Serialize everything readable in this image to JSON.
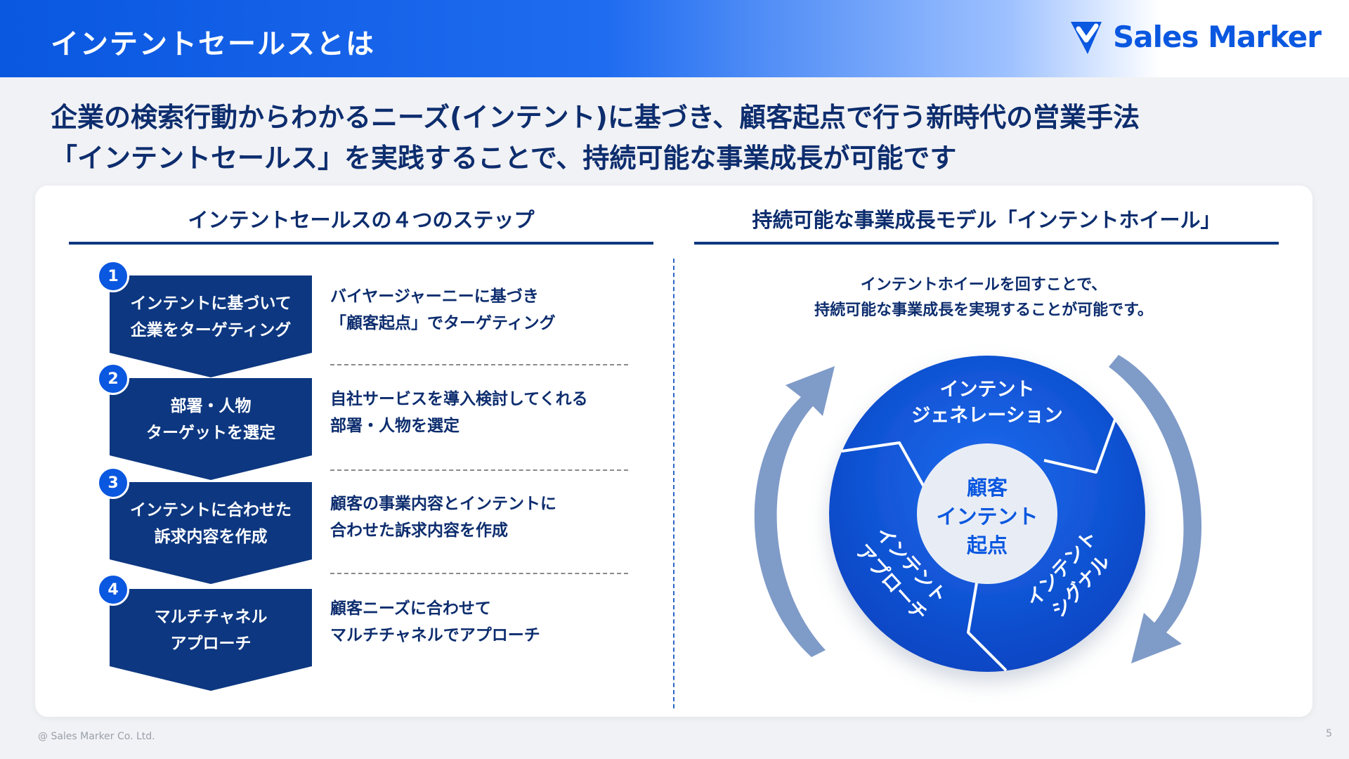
{
  "header": {
    "title": "インテントセールスとは"
  },
  "logo": {
    "text": "Sales Marker",
    "color": "#0a57e0"
  },
  "lead": {
    "line1": "企業の検索行動からわかるニーズ(インテント)に基づき、顧客起点で行う新時代の営業手法",
    "line2": "「インテントセールス」を実践することで、持続可能な事業成長が可能です"
  },
  "left": {
    "title": "インテントセールスの４つのステップ",
    "steps": [
      {
        "num": "1",
        "label": "インテントに基づいて\n企業をターゲティング",
        "desc": "バイヤージャーニーに基づき\n「顧客起点」でターゲティング"
      },
      {
        "num": "2",
        "label": "部署・人物\nターゲットを選定",
        "desc": "自社サービスを導入検討してくれる\n部署・人物を選定"
      },
      {
        "num": "3",
        "label": "インテントに合わせた\n訴求内容を作成",
        "desc": "顧客の事業内容とインテントに\n合わせた訴求内容を作成"
      },
      {
        "num": "4",
        "label": "マルチチャネル\nアプローチ",
        "desc": "顧客ニーズに合わせて\nマルチチャネルでアプローチ"
      }
    ]
  },
  "right": {
    "title": "持続可能な事業成長モデル「インテントホイール」",
    "caption": "インテントホイールを回すことで、\n持続可能な事業成長を実現することが可能です。",
    "wheel": {
      "segments": [
        "インテント",
        "ジェネレーション",
        "インテント",
        "シグナル",
        "インテント",
        "アプローチ"
      ],
      "center": [
        "顧客",
        "インテント",
        "起点"
      ]
    }
  },
  "footer": {
    "copyright": "@ Sales Marker Co. Ltd.",
    "page": "5"
  },
  "colors": {
    "primary": "#0a57e0",
    "navy": "#0d3780",
    "arrow": "#7f9bc8",
    "center_bg": "#e8edf5"
  }
}
